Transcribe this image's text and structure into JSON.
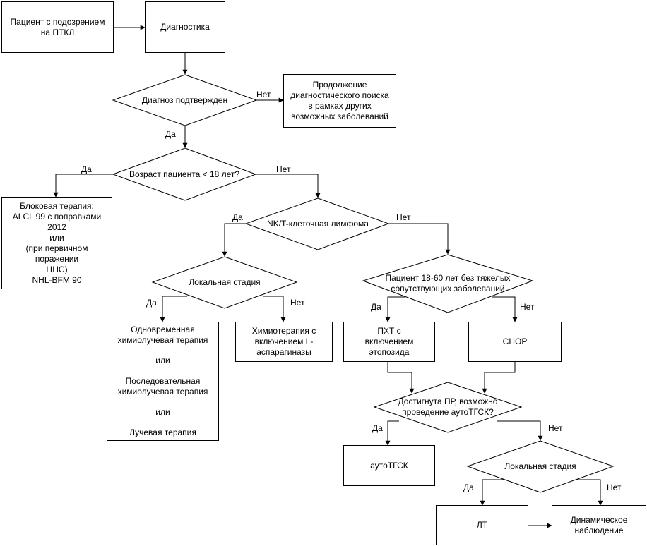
{
  "nodes": {
    "patient": "Пациент с подозрением на ПТКЛ",
    "diagnostics": "Диагностика",
    "confirmed": "Диагноз подтвержден",
    "continue_search": "Продолжение диагностического поиска в рамках других возможных заболеваний",
    "age": "Возраст пациента < 18 лет?",
    "block_therapy": [
      "Блоковая терапия:",
      "ALCL 99 с поправками 2012",
      "или",
      "(при первичном поражении",
      "ЦНС)",
      "NHL-BFM 90"
    ],
    "nkt": "NK/T-клеточная лимфома",
    "local_stage_1": "Локальная стадия",
    "chemoradiation": [
      "Одновременная химиолучевая терапия",
      "или",
      "Последовательная химиолучевая терапия",
      "или",
      "Лучевая терапия"
    ],
    "asparaginase": "Химиотерапия с включением L-аспарагиназы",
    "patient_18_60": "Пациент 18-60 лет без тяжелых сопутствующих заболеваний",
    "etoposide": "ПХТ с включением этопозида",
    "chop": "CHOP",
    "pr_reached": "Достигнута ПР, возможно проведение аутоТГСК?",
    "auto_hsct": "аутоТГСК",
    "local_stage_2": "Локальная стадия",
    "lt": "ЛТ",
    "observation": "Динамическое наблюдение"
  },
  "edge_labels": {
    "confirmed_no": "Нет",
    "confirmed_yes": "Да",
    "age_yes": "Да",
    "age_no": "Нет",
    "nkt_yes": "Да",
    "nkt_no": "Нет",
    "local1_yes": "Да",
    "local1_no": "Нет",
    "p1860_yes": "Да",
    "p1860_no": "Нет",
    "pr_yes": "Да",
    "pr_no": "Нет",
    "local2_yes": "Да",
    "local2_no": "Нет"
  }
}
